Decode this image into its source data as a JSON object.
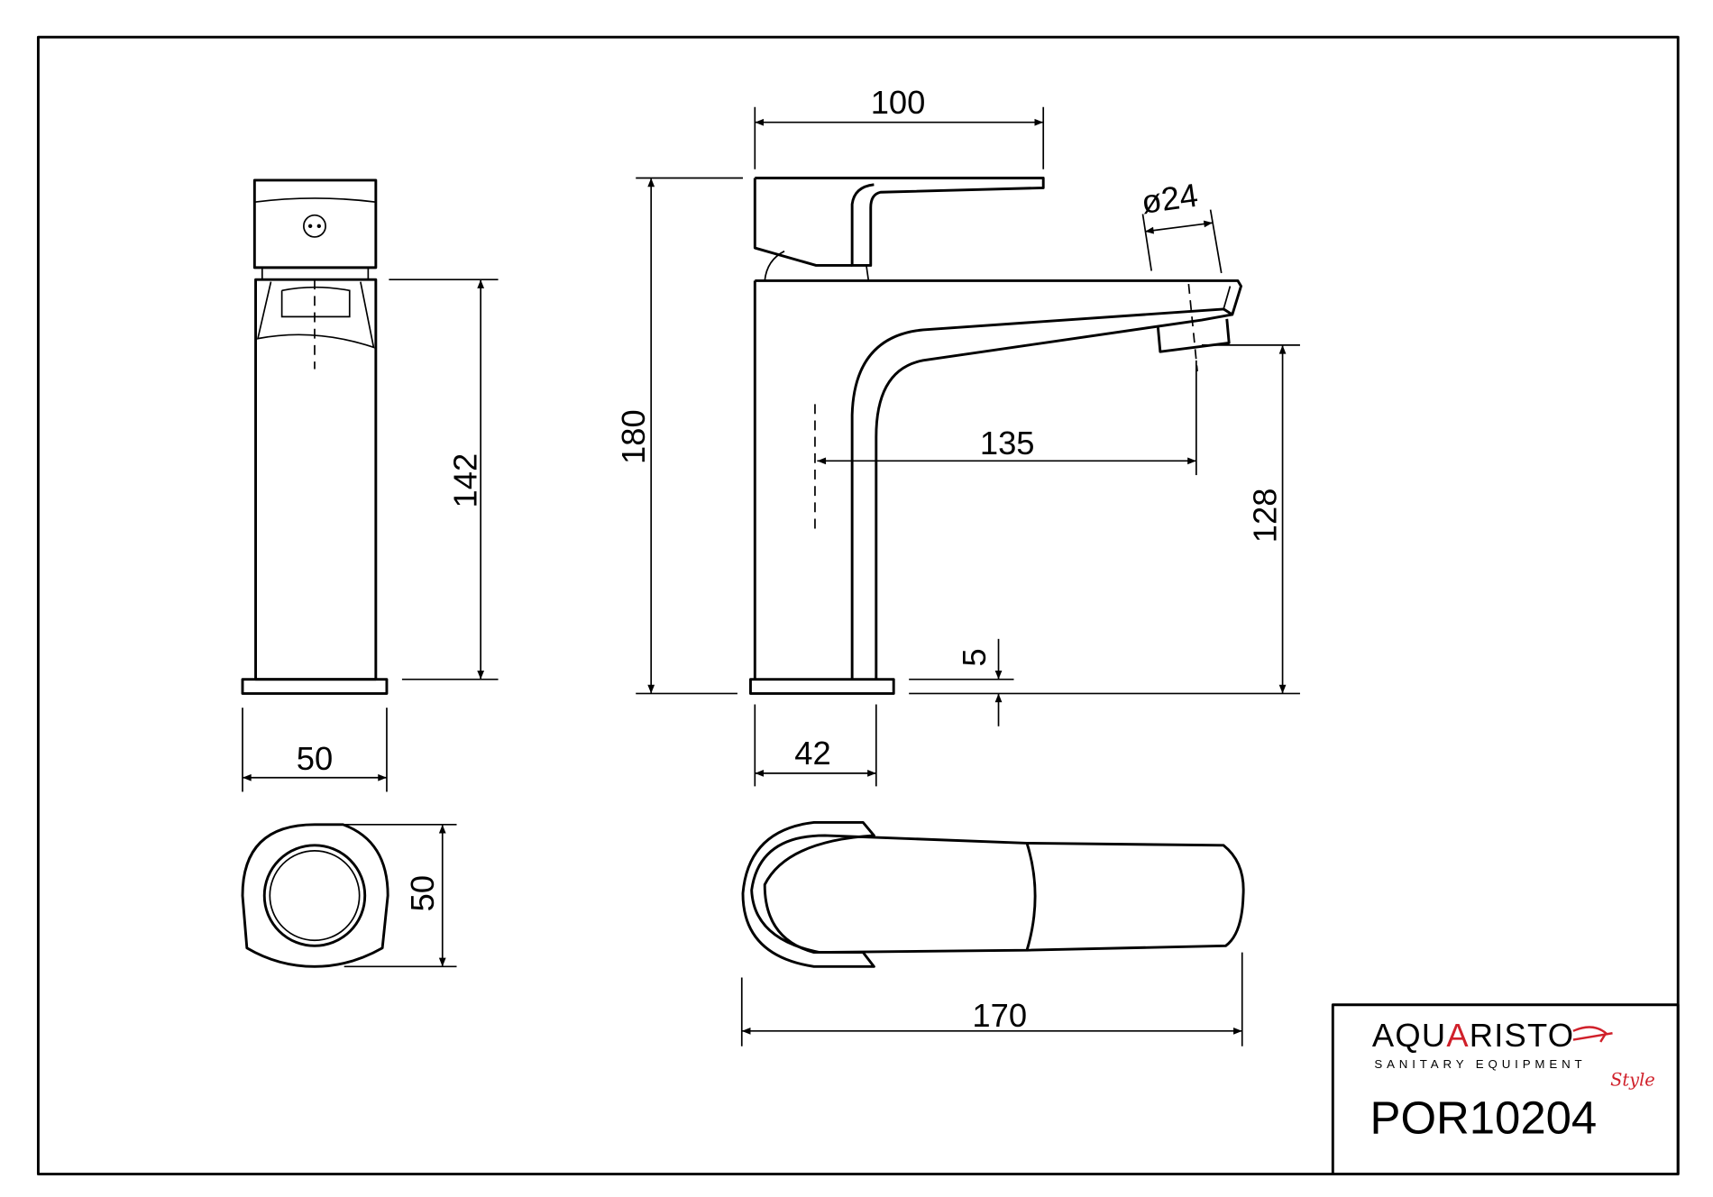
{
  "dimensions": {
    "side_height": "142",
    "side_width": "50",
    "total_height": "180",
    "handle_length": "100",
    "aerator_diameter": "ø24",
    "spout_reach": "135",
    "spout_height": "128",
    "base_thickness": "5",
    "body_width": "42",
    "top_depth": "50",
    "total_length": "170"
  },
  "title_block": {
    "brand": "AQUARISTO",
    "tagline": "SANITARY EQUIPMENT",
    "script": "Style",
    "product_code": "POR10204"
  },
  "colors": {
    "line": "#000000",
    "brand_accent": "#d0202a"
  }
}
